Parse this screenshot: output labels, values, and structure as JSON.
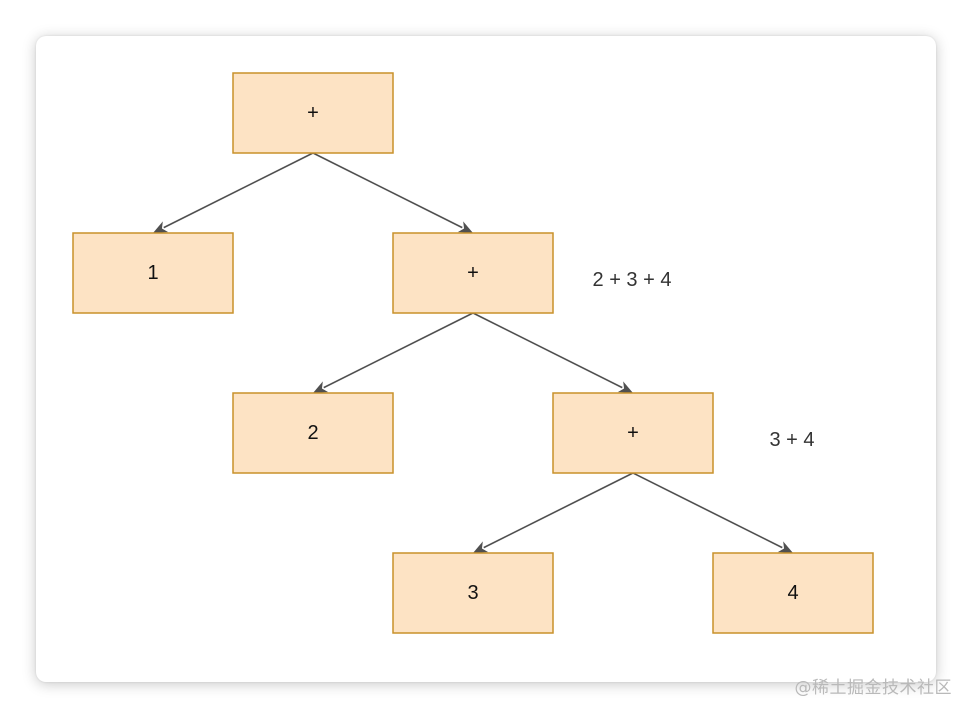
{
  "diagram": {
    "type": "expression-tree",
    "nodes": [
      {
        "id": "root",
        "label": "+"
      },
      {
        "id": "n1",
        "label": "1"
      },
      {
        "id": "plus2",
        "label": "+"
      },
      {
        "id": "n2",
        "label": "2"
      },
      {
        "id": "plus3",
        "label": "+"
      },
      {
        "id": "n3",
        "label": "3"
      },
      {
        "id": "n4",
        "label": "4"
      }
    ],
    "edges": [
      {
        "from": "root",
        "to": "n1"
      },
      {
        "from": "root",
        "to": "plus2"
      },
      {
        "from": "plus2",
        "to": "n2"
      },
      {
        "from": "plus2",
        "to": "plus3"
      },
      {
        "from": "plus3",
        "to": "n3"
      },
      {
        "from": "plus3",
        "to": "n4"
      }
    ],
    "annotations": [
      {
        "node": "plus2",
        "text": "2 + 3 + 4"
      },
      {
        "node": "plus3",
        "text": "3 + 4"
      }
    ],
    "colors": {
      "node_fill": "#fde3c4",
      "node_stroke": "#c8912a",
      "edge": "#505050",
      "annotation_text": "#333333"
    }
  },
  "watermark": {
    "text": "@稀土掘金技术社区"
  }
}
